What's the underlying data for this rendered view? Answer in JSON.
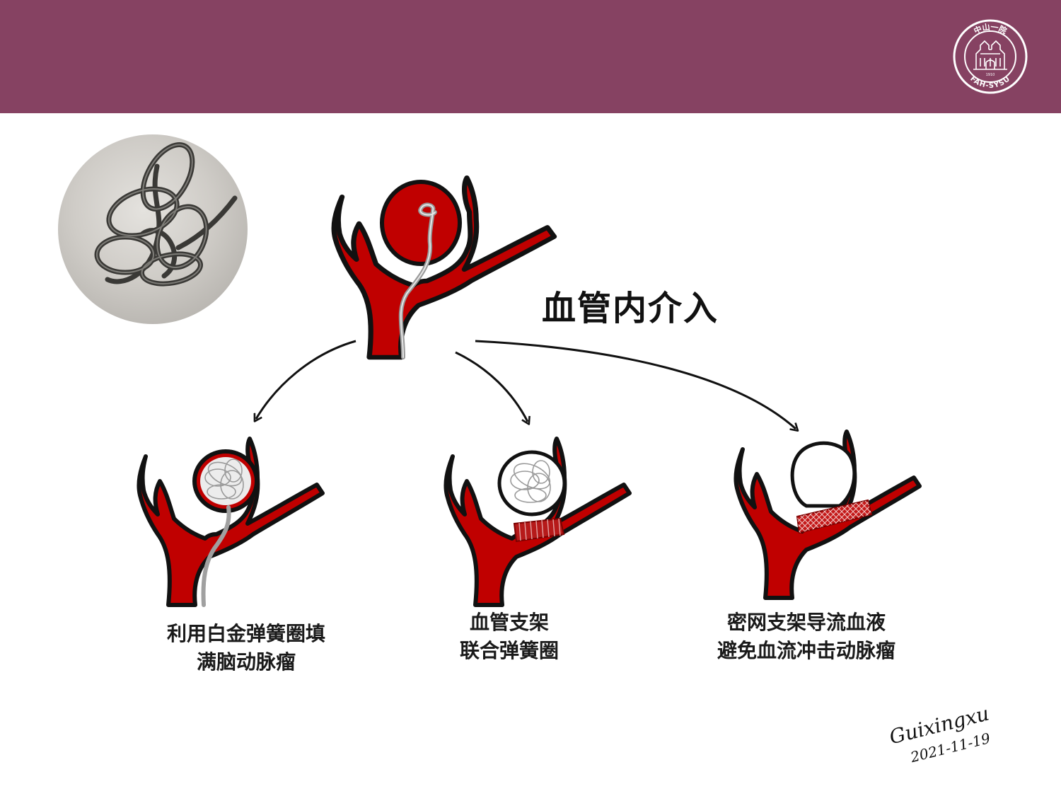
{
  "header": {
    "brand_color": "#864262",
    "logo": {
      "icon": "fah-sysu-seal-icon",
      "text_top": "中山一院",
      "text_bottom": "FAH-SYSU",
      "year": "1910"
    }
  },
  "photo": {
    "icon": "platinum-coil-photo"
  },
  "diagram": {
    "title": "血管内介入",
    "vessel_color": "#c00000",
    "options": [
      {
        "caption_lines": [
          "利用白金弹簧圈填",
          "满脑动脉瘤"
        ]
      },
      {
        "caption_lines": [
          "血管支架",
          "联合弹簧圈"
        ]
      },
      {
        "caption_lines": [
          "密网支架导流血液",
          "避免血流冲击动脉瘤"
        ]
      }
    ]
  },
  "signature": {
    "name": "Guixingxu",
    "date": "2021-11-19"
  }
}
